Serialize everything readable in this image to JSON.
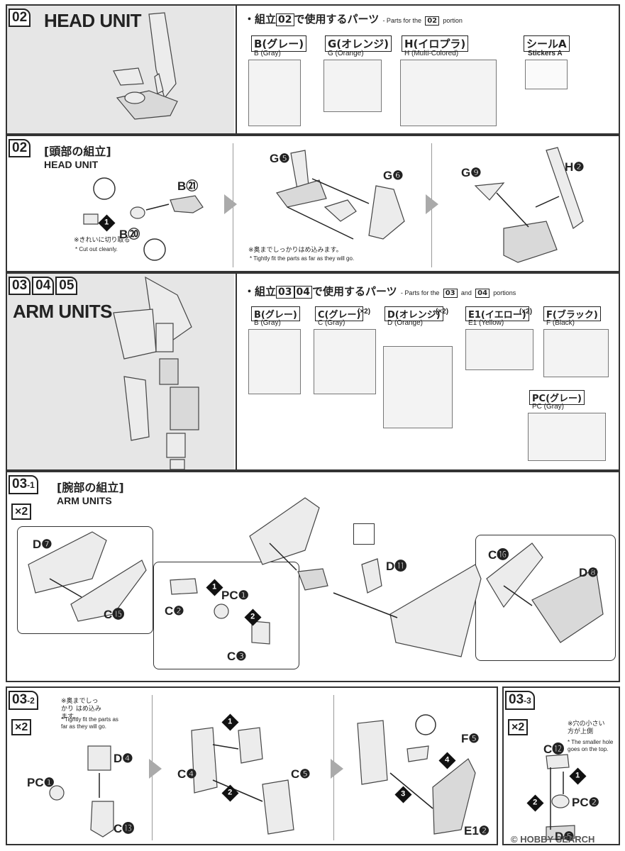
{
  "section_02": {
    "badge": "02",
    "title": "HEAD UNIT",
    "parts_heading_jp": "・組立",
    "parts_heading_num": "02",
    "parts_heading_jp2": "で使用するパーツ",
    "parts_for_prefix": "- Parts for the",
    "parts_for_num": "02",
    "parts_for_suffix": "portion",
    "parts": [
      {
        "label": "B(グレー)",
        "sub": "B (Gray)"
      },
      {
        "label": "G(オレンジ)",
        "sub": "G (Orange)"
      },
      {
        "label": "H(イロプラ)",
        "sub": "H (Multi-Colored)"
      },
      {
        "label": "シールA",
        "sub": "Stickers A"
      }
    ]
  },
  "step_02": {
    "badge": "02",
    "title_jp": "[頭部の組立]",
    "title_en": "HEAD UNIT",
    "callouts": {
      "b21": "B㉑",
      "b20": "B⑳",
      "g5": "G❺",
      "g6": "G❻",
      "g9": "G❾",
      "h2": "H❷",
      "one": "1"
    },
    "note_cut_jp": "※きれいに切り取る",
    "note_cut_en": "* Cut out cleanly.",
    "note_fit_jp": "※奥までしっかりはめ込みます。",
    "note_fit_en": "* Tightly fit the parts as far as they will go."
  },
  "section_arm": {
    "badges": [
      "03",
      "04",
      "05"
    ],
    "title": "ARM UNITS",
    "parts_heading_jp": "・組立",
    "parts_heading_num1": "03",
    "parts_heading_num2": "04",
    "parts_heading_jp2": "で使用するパーツ",
    "parts_for_prefix": "- Parts for the",
    "parts_for_num1": "03",
    "parts_for_and": "and",
    "parts_for_num2": "04",
    "parts_for_suffix": "portions",
    "parts": [
      {
        "label": "B(グレー)",
        "sub": "B (Gray)",
        "mult": ""
      },
      {
        "label": "C(グレー)",
        "sub": "C (Gray)",
        "mult": "(×2)"
      },
      {
        "label": "D(オレンジ)",
        "sub": "D (Orange)",
        "mult": "(×2)"
      },
      {
        "label": "E1(イエロー)",
        "sub": "E1 (Yellow)",
        "mult": "(×2)"
      },
      {
        "label": "F(ブラック)",
        "sub": "F (Black)",
        "mult": ""
      },
      {
        "label": "PC(グレー)",
        "sub": "PC (Gray)",
        "mult": ""
      }
    ]
  },
  "step_03_1": {
    "badge": "03",
    "badge_sub": "-1",
    "title_jp": "[腕部の組立]",
    "title_en": "ARM UNITS",
    "mult": "×2",
    "callouts": {
      "d7": "D❼",
      "c15": "C⓯",
      "pc1": "PC❶",
      "c2": "C❷",
      "c3": "C❸",
      "d11": "D⓫",
      "c16": "C⓰",
      "d8": "D❽",
      "n1": "1",
      "n2": "2"
    }
  },
  "step_03_2": {
    "badge": "03",
    "badge_sub": "-2",
    "mult": "×2",
    "note_jp": "※奥までしっかり はめ込みます。",
    "note_en": "* Tightly fit the parts as far as they will go.",
    "callouts": {
      "d4": "D❹",
      "pc1": "PC❶",
      "c13": "C⓭",
      "c4": "C❹",
      "c5": "C❺",
      "f5": "F❺",
      "e12": "E1❷",
      "n1": "1",
      "n2": "2",
      "n3": "3",
      "n4": "4"
    }
  },
  "step_03_3": {
    "badge": "03",
    "badge_sub": "-3",
    "mult": "×2",
    "note_jp": "※穴の小さい 方が上側",
    "note_en": "* The smaller hole goes on the top.",
    "callouts": {
      "c12": "C⓬",
      "pc2": "PC❷",
      "d5": "D❺",
      "n1": "1",
      "n2": "2"
    }
  },
  "watermark": "HOBBY SEARCH"
}
